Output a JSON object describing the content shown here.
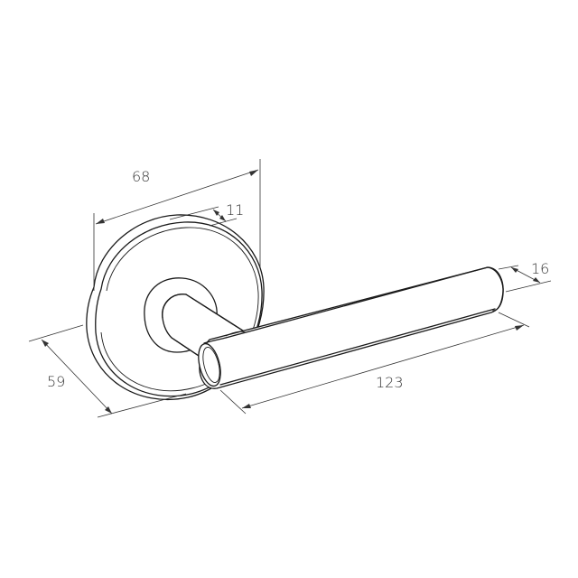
{
  "drawing": {
    "subject": "Door lever handle on round rose",
    "dimensions": {
      "rose_width": "68",
      "rose_thickness": "11",
      "rose_depth": "59",
      "lever_length": "123",
      "lever_diameter": "16"
    },
    "colors": {
      "line": "#1a1a1a",
      "dimension_line": "#333333",
      "background": "#ffffff"
    }
  }
}
